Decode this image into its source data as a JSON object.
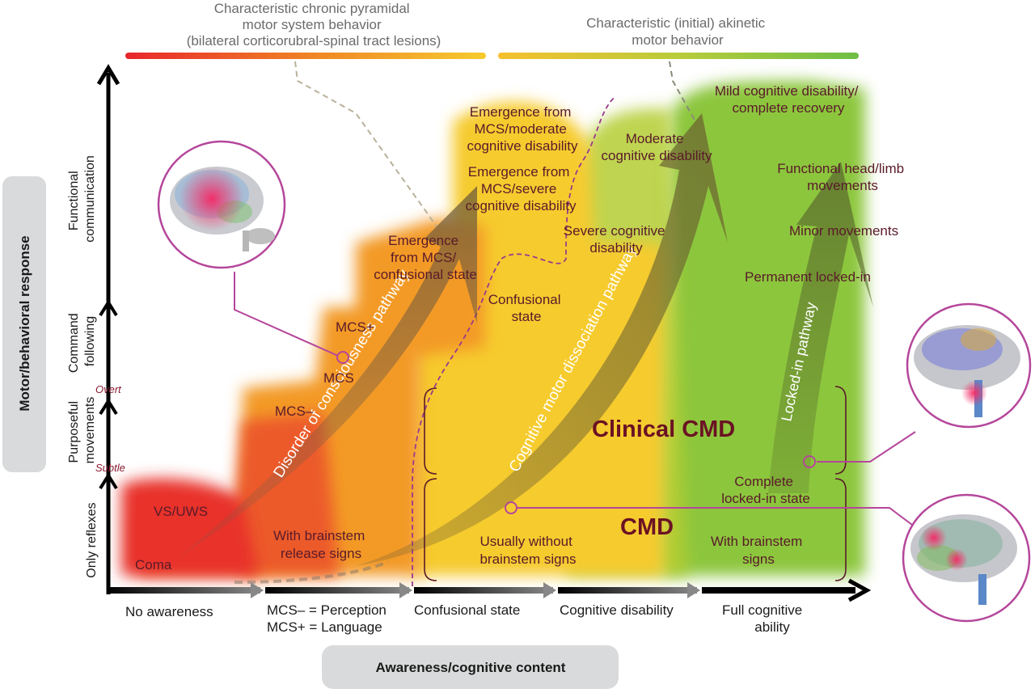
{
  "top_bars": {
    "left_label": [
      "Characteristic chronic pyramidal",
      "motor system behavior",
      "(bilateral corticorubral-spinal tract lesions)"
    ],
    "right_label": [
      "Characteristic (initial) akinetic",
      "motor behavior"
    ]
  },
  "y_axis": {
    "title": "Motor/behavioral response",
    "levels": {
      "only_reflexes": "Only reflexes",
      "purposeful": [
        "Purposeful",
        "movements"
      ],
      "command": [
        "Command",
        "following"
      ],
      "functional": [
        "Functional",
        "communication"
      ]
    },
    "markers": {
      "subtle": "Subtle",
      "overt": "Overt"
    }
  },
  "x_axis": {
    "title": "Awareness/cognitive content",
    "stages": {
      "no_awareness": "No awareness",
      "mcs_minus": "MCS– = Perception",
      "mcs_plus": "MCS+ = Language",
      "confusional": "Confusional state",
      "cog_disability": "Cognitive disability",
      "full_cog": [
        "Full cognitive",
        "ability"
      ]
    }
  },
  "regions": {
    "coma": "Coma",
    "vs_uws": "VS/UWS",
    "mcs_minus": "MCS–",
    "mcs": "MCS",
    "mcs_plus": "MCS+",
    "brainstem_release": [
      "With brainstem",
      "release signs"
    ],
    "emergence_confusional": [
      "Emergence",
      "from MCS/",
      "confusional state"
    ],
    "confusional_state": [
      "Confusional",
      "state"
    ],
    "emergence_severe": [
      "Emergence from",
      "MCS/severe",
      "cognitive disability"
    ],
    "emergence_moderate": [
      "Emergence from",
      "MCS/moderate",
      "cognitive disability"
    ],
    "severe_cog": [
      "Severe cognitive",
      "disability"
    ],
    "moderate_cog": [
      "Moderate",
      "cognitive disability"
    ],
    "mild_cog": [
      "Mild cognitive disability/",
      "complete recovery"
    ],
    "functional_head": [
      "Functional head/limb",
      "movements"
    ],
    "minor_movements": "Minor movements",
    "permanent_locked": "Permanent locked-in",
    "complete_locked": [
      "Complete",
      "locked-in state"
    ],
    "usually_without": [
      "Usually without",
      "brainstem signs"
    ],
    "with_brainstem": [
      "With brainstem",
      "signs"
    ],
    "clinical_cmd": "Clinical CMD",
    "cmd": "CMD"
  },
  "pathways": {
    "doc": "Disorder of consciousness pathway",
    "cmd": "Cognitive motor dissociation pathway",
    "locked": "Locked-in pathway"
  },
  "colors": {
    "red": "#e8262c",
    "orange": "#f08a24",
    "yellow": "#f6cb2e",
    "green": "#7cc242",
    "magenta": "#b5469b",
    "maroon": "#6b1223"
  }
}
